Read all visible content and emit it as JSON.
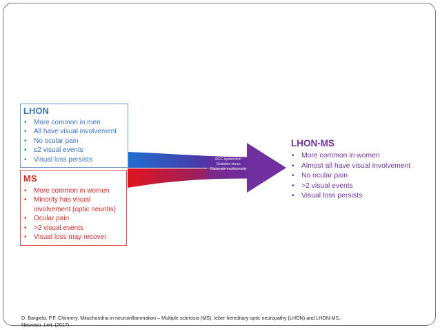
{
  "lhon": {
    "title": "LHON",
    "items": [
      "More common in men",
      "All have visual involvement",
      "No ocular pain",
      "≤2 visual events",
      "Visual loss persists"
    ]
  },
  "ms": {
    "title": "MS",
    "items": [
      "More common in women",
      "Minority has visual",
      "involvement (optic neuritis)",
      "Ocular pain",
      ">2 visual events",
      "Visual loss may recover"
    ]
  },
  "lhon_ms": {
    "title": "LHON-MS",
    "items": [
      "More common in women",
      "Almost all have visual involvement",
      "No ocular pain",
      ">2 visual events",
      "Visual loss persists"
    ]
  },
  "mechanisms": [
    "RCC dysfunction",
    "Oxidative stress",
    "Glutamate excitotoxicity"
  ],
  "bullet": "•",
  "citation": {
    "line1": "D. Bargiela, P.F. Chinnery, Mitochondria in neuroinflammation – Multiple sclerosis (MS), leber hereditary optic neuropathy (LHON) and LHON-MS,",
    "line2": "Neurosci. Lett. (2017)"
  },
  "colors": {
    "lhon": "#3a72c0",
    "ms": "#d42b2b",
    "lhon_ms": "#7030a0"
  }
}
